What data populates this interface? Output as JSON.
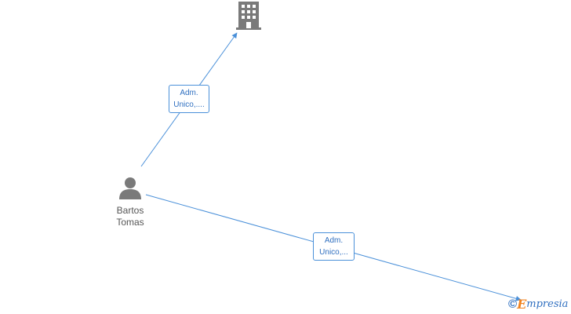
{
  "nodes": {
    "person": {
      "icon": "person-icon",
      "name_line1": "Bartos",
      "name_line2": "Tomas"
    },
    "company": {
      "icon": "building-icon"
    }
  },
  "edges": [
    {
      "id": "edge-person-company-top",
      "label_line1": "Adm.",
      "label_line2": "Unico,...."
    },
    {
      "id": "edge-person-company-bottom",
      "label_line1": "Adm.",
      "label_line2": "Unico,..."
    }
  ],
  "watermark": {
    "copyright": "©",
    "brand_initial": "E",
    "brand_rest": "mpresia"
  },
  "colors": {
    "edge": "#4a90d9",
    "icon": "#7a7a7a",
    "label_text": "#2f6fc0",
    "brand_orange": "#f0821e"
  }
}
